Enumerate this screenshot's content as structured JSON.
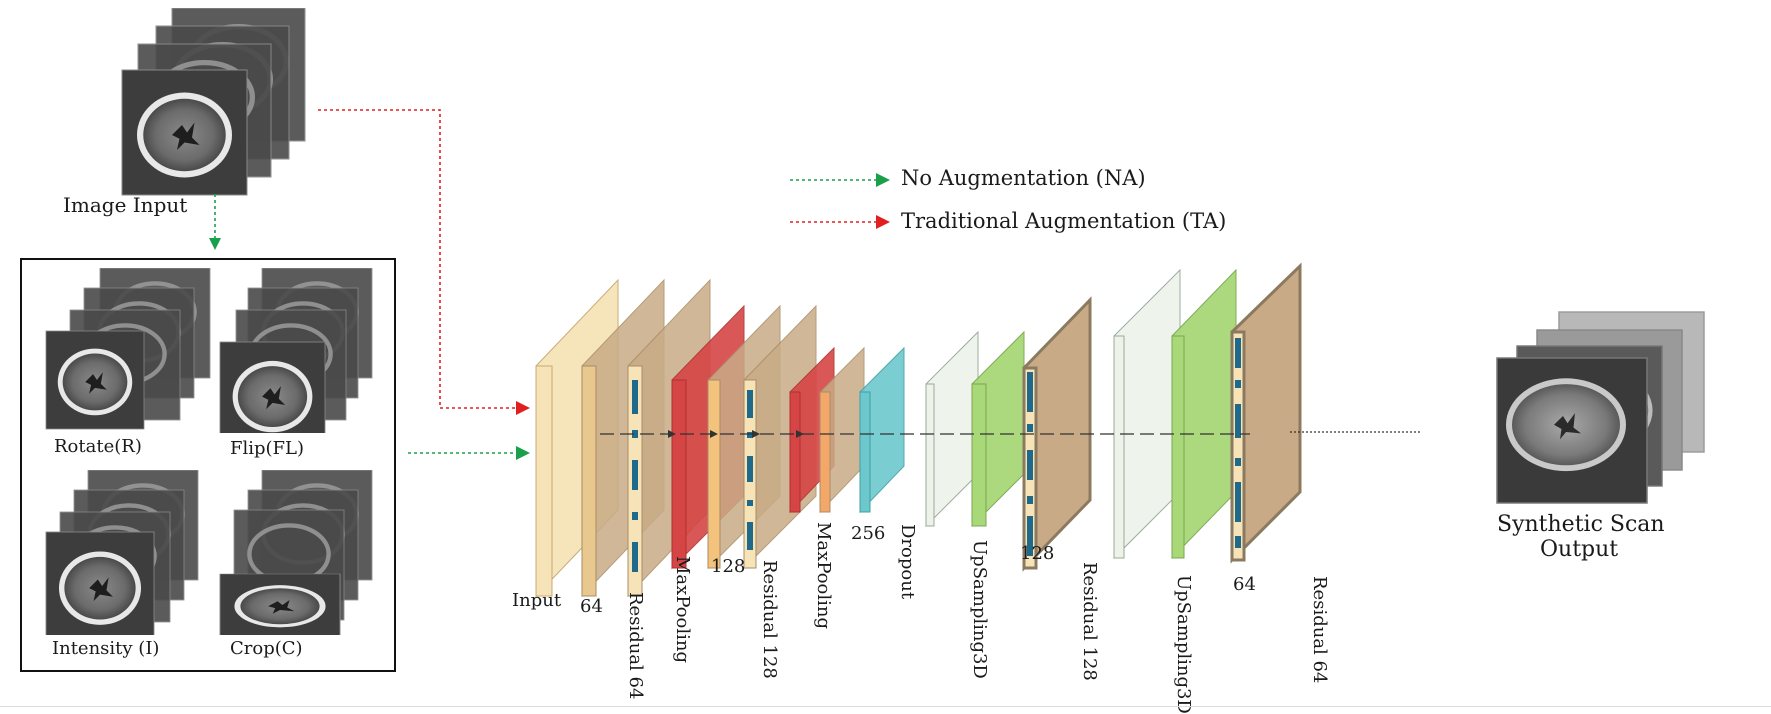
{
  "input": {
    "label": "Image Input"
  },
  "augmentations": [
    {
      "label": "Rotate(R)"
    },
    {
      "label": "Flip(FL)"
    },
    {
      "label": "Intensity (I)"
    },
    {
      "label": "Crop(C)"
    }
  ],
  "legend": [
    {
      "label": "No Augmentation (NA)",
      "color": "#1aa04a"
    },
    {
      "label": "Traditional Augmentation (TA)",
      "color": "#e02020"
    }
  ],
  "layers": {
    "input": "Input",
    "conv1": "64",
    "res1": "Residual 64",
    "pool1": "MaxPooling",
    "conv2": "128",
    "res2": "Residual 128",
    "pool2": "MaxPooling",
    "conv3": "256",
    "dropout": "Dropout",
    "up1": "UpSampling3D",
    "conv4": "128",
    "res3": "Residual 128",
    "up2": "UpSampling3D",
    "conv5": "64",
    "res4": "Residual 64"
  },
  "output": {
    "line1": "Synthetic Scan",
    "line2": "Output"
  },
  "colors": {
    "tan": "#c8ab86",
    "cream": "#f6e3b8",
    "red": "#d64545",
    "orange": "#f3a86a",
    "cyan": "#6cc8cc",
    "green": "#a8d878",
    "pale": "#eef3ea",
    "blue": "#1f6a8a"
  }
}
